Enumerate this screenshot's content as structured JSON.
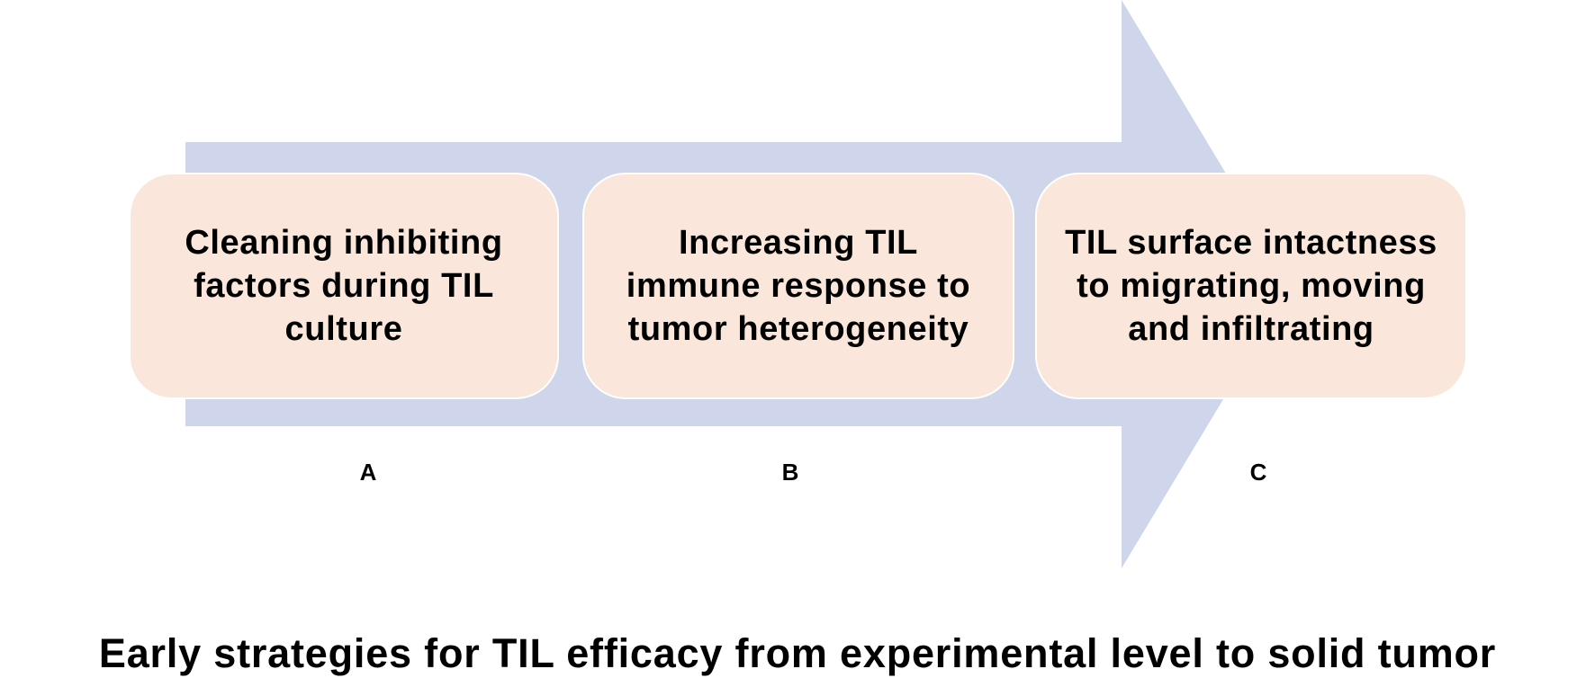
{
  "colors": {
    "arrow_fill": "#cfd5ea",
    "box_fill": "#fae6da",
    "text": "#000000",
    "background": "#ffffff"
  },
  "steps": [
    {
      "letter": "A",
      "text": "Cleaning inhibiting factors during TIL culture"
    },
    {
      "letter": "B",
      "text": "Increasing TIL immune response to tumor heterogeneity"
    },
    {
      "letter": "C",
      "text": "TIL surface intactness to migrating, moving and infiltrating"
    }
  ],
  "caption": "Early strategies for TIL efficacy from experimental level to solid tumor"
}
